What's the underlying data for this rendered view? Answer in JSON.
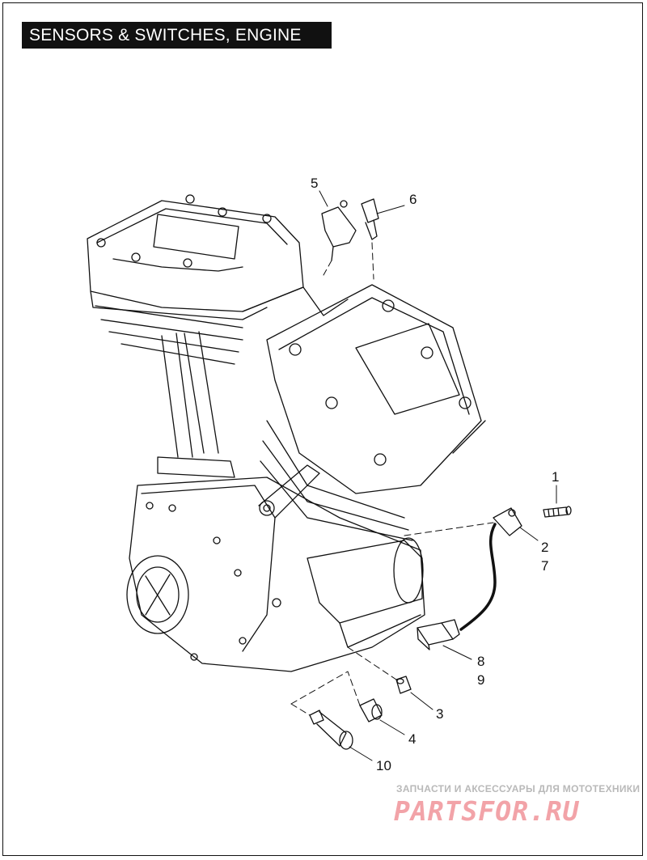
{
  "title": "SENSORS & SWITCHES, ENGINE",
  "callouts": [
    {
      "id": "c1",
      "label": "1"
    },
    {
      "id": "c2",
      "label": "2"
    },
    {
      "id": "c7",
      "label": "7"
    },
    {
      "id": "c8",
      "label": "8"
    },
    {
      "id": "c9",
      "label": "9"
    },
    {
      "id": "c3",
      "label": "3"
    },
    {
      "id": "c4",
      "label": "4"
    },
    {
      "id": "c10",
      "label": "10"
    },
    {
      "id": "c5",
      "label": "5"
    },
    {
      "id": "c6",
      "label": "6"
    }
  ],
  "watermark": {
    "tagline": "ЗАПЧАСТИ И АКСЕССУАРЫ ДЛЯ МОТОТЕХНИКИ",
    "brand": "PARTSFOR.RU"
  },
  "colors": {
    "ink": "#111111",
    "watermark_gray": "#b9b9b9",
    "watermark_pink": "#f2a3a8"
  }
}
